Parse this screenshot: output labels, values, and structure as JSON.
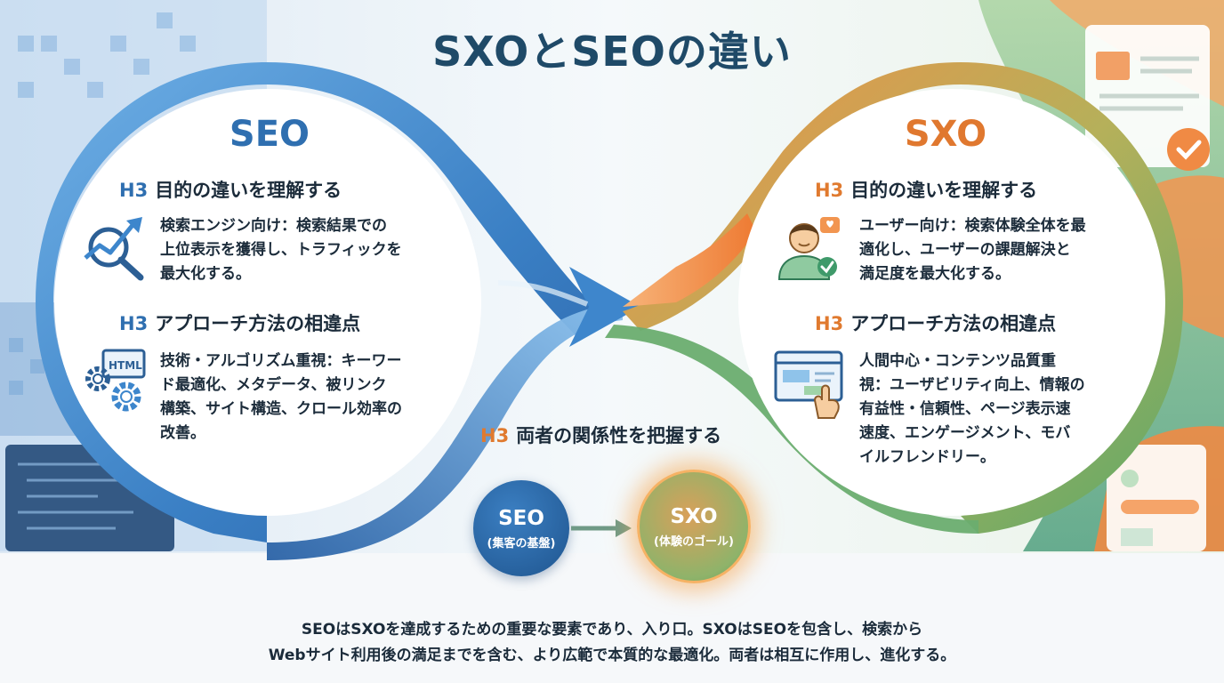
{
  "title": "SXOとSEOの違い",
  "seo_panel": {
    "title": "SEO",
    "section1": {
      "tag": "H3",
      "heading": "目的の違いを理解する",
      "lines": [
        "検索エンジン向け：検索結果での",
        "上位表示を獲得し、トラフィックを",
        "最大化する。"
      ]
    },
    "section2": {
      "tag": "H3",
      "heading": "アプローチ方法の相違点",
      "lines": [
        "技術・アルゴリズム重視：キーワー",
        "ド最適化、メタデータ、被リンク",
        "構築、サイト構造、クロール効率の",
        "改善。"
      ]
    }
  },
  "sxo_panel": {
    "title": "SXO",
    "section1": {
      "tag": "H3",
      "heading": "目的の違いを理解する",
      "lines": [
        "ユーザー向け：検索体験全体を最",
        "適化し、ユーザーの課題解決と",
        "満足度を最大化する。"
      ]
    },
    "section2": {
      "tag": "H3",
      "heading": "アプローチ方法の相違点",
      "lines": [
        "人間中心・コンテンツ品質重",
        "視：ユーザビリティ向上、情報の",
        "有益性・信頼性、ページ表示速",
        "速度、エンゲージメント、モバ",
        "イルフレンドリー。"
      ]
    }
  },
  "relation": {
    "tag": "H3",
    "heading": "両者の関係性を把握する",
    "seo_label": "SEO",
    "seo_sub": "(集客の基盤)",
    "sxo_label": "SXO",
    "sxo_sub": "(体験のゴール)"
  },
  "icons": {
    "seo_purpose": "chart-magnifier-icon",
    "seo_approach": "html-gears-icon",
    "sxo_purpose": "user-check-icon",
    "sxo_approach": "browser-hand-icon",
    "relation_arrow": "arrow-right-icon"
  },
  "html_icon_label": "HTML",
  "footer": {
    "line1": "SEOはSXOを達成するための重要な要素であり、入り口。SXOはSEOを包含し、検索から",
    "line2": "Webサイト利用後の満足までを含む、より広範で本質的な最適化。両者は相互に作用し、進化する。"
  },
  "colors": {
    "seo": "#2f6fb0",
    "sxo": "#e0782f",
    "green": "#6aa86a",
    "dark": "#1b2b3a"
  }
}
